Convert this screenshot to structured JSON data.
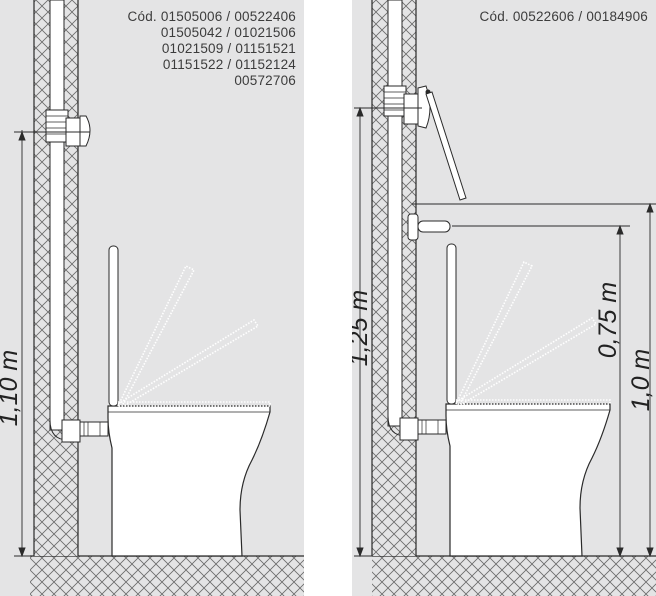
{
  "left": {
    "codes": [
      "Cód. 01505006 / 00522406",
      "01505042 / 01021506",
      "01021509 / 01151521",
      "01151522 / 01152124",
      "00572706"
    ],
    "height_label": "1,10 m"
  },
  "right": {
    "codes": [
      "Cód. 00522606 / 00184906"
    ],
    "height_label_total": "1,25 m",
    "height_label_bar": "0,75 m",
    "height_label_top": "1,0 m"
  },
  "colors": {
    "panel_bg": "#e4e4e5",
    "line": "#2a2a2a",
    "hatch": "#6a6a6a",
    "fixture": "#ffffff"
  }
}
